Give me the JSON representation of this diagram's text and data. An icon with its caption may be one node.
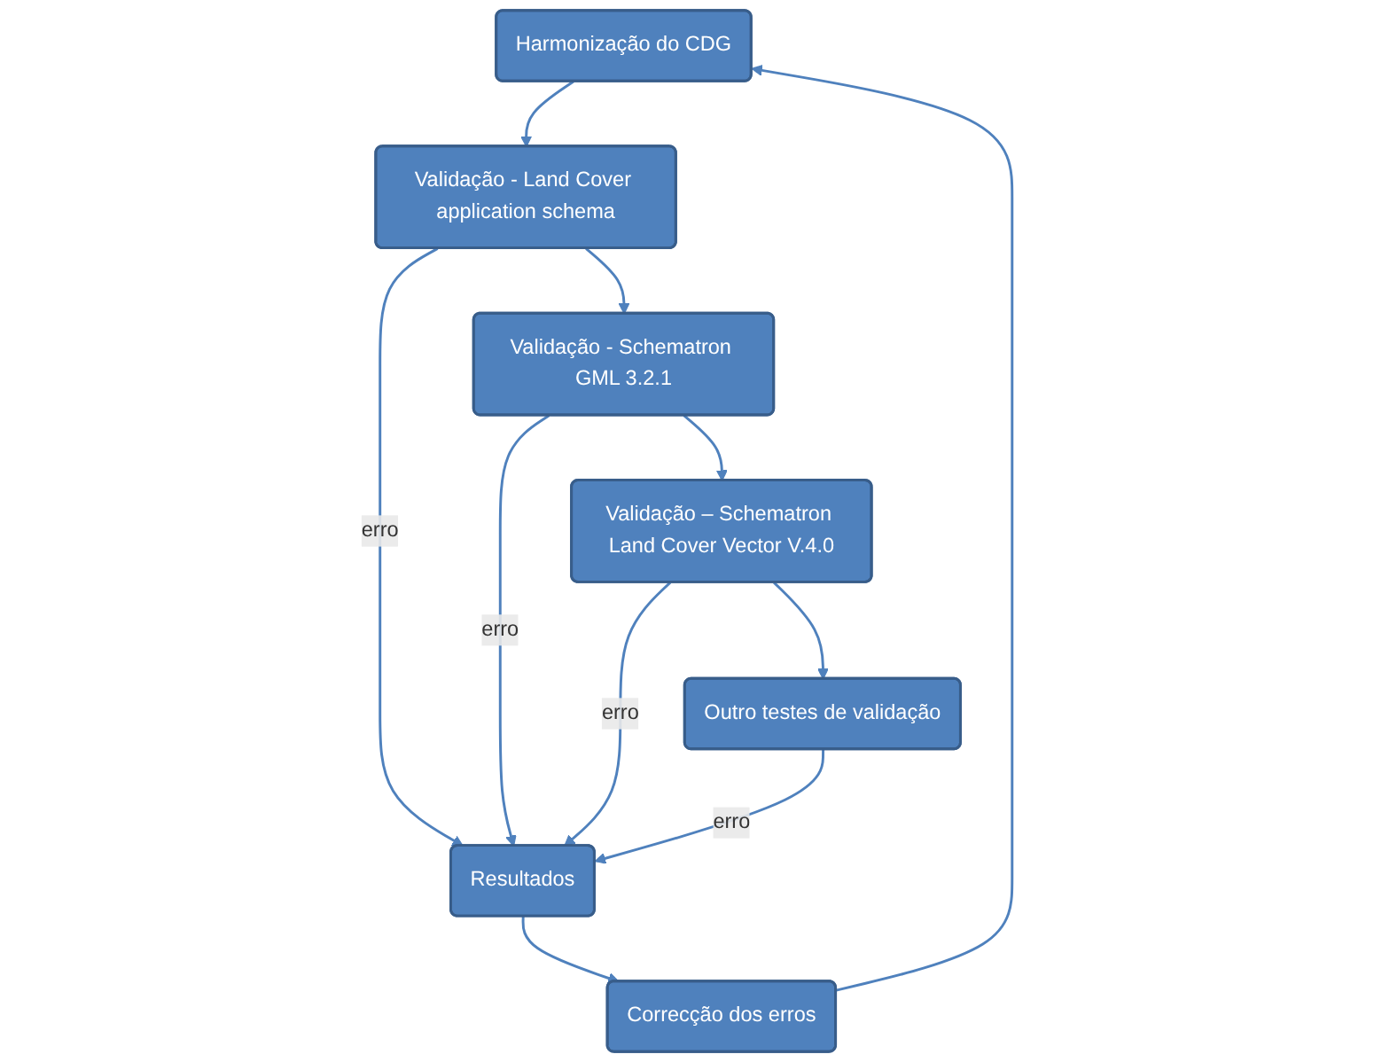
{
  "diagram": {
    "nodes": [
      {
        "text": [
          "Harmonização do CDG"
        ]
      },
      {
        "text": [
          "Validação - Land Cover application schema"
        ]
      },
      {
        "text": [
          "Resultados"
        ]
      },
      {
        "text": [
          "Correcção dos erros"
        ]
      },
      {
        "text": [
          "Validação - Schematron GML 3.2.1"
        ]
      },
      {
        "text": [
          "Validação – Schematron Land Cover Vector V.4.0"
        ]
      },
      {
        "text": [
          "Outro testes de validação"
        ]
      }
    ],
    "edges": [
      {
        "from": 0,
        "to": 1,
        "arrow": "to"
      },
      {
        "from": 1,
        "to": 2,
        "arrow": "to",
        "label": "erro"
      },
      {
        "from": 2,
        "to": 3,
        "arrow": "to"
      },
      {
        "from": 3,
        "to": 0,
        "arrow": "to"
      },
      {
        "from": 1,
        "to": 4,
        "arrow": "to"
      },
      {
        "from": 4,
        "to": 5,
        "arrow": "to"
      },
      {
        "from": 5,
        "to": 6,
        "arrow": "to"
      },
      {
        "from": 4,
        "to": 2,
        "arrow": "to",
        "label": "erro"
      },
      {
        "from": 5,
        "to": 2,
        "arrow": "to",
        "label": "erro"
      },
      {
        "from": 6,
        "to": 2,
        "arrow": "to",
        "label": "erro"
      }
    ]
  }
}
